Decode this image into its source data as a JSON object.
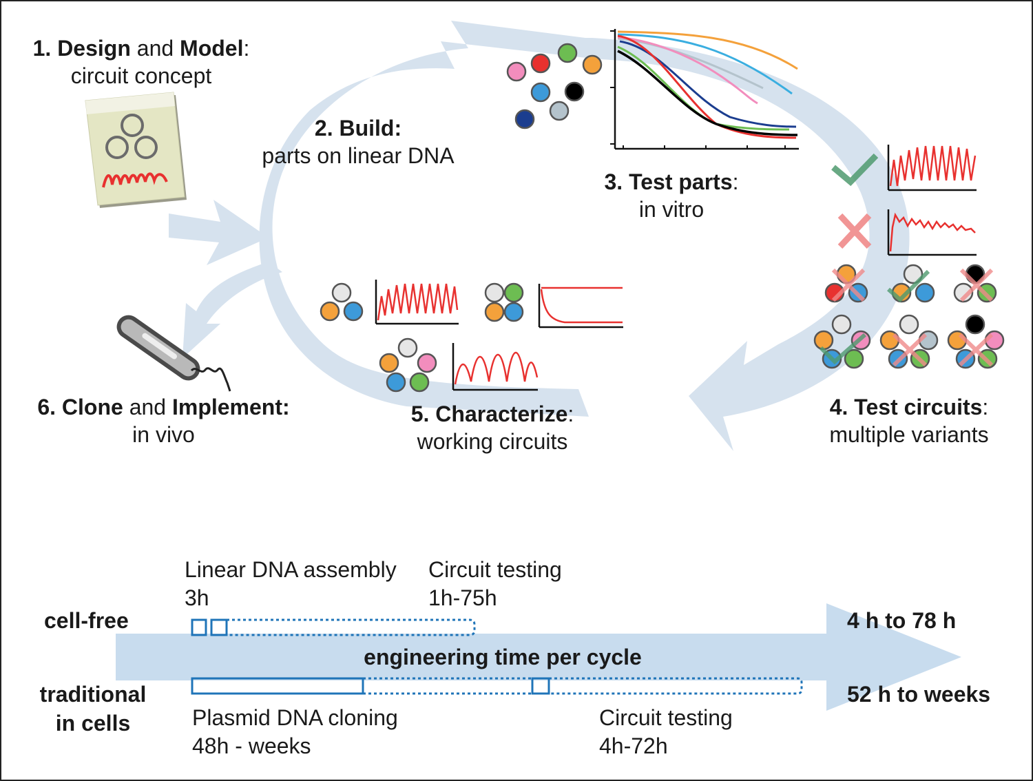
{
  "steps": [
    {
      "num": "1.",
      "bold_a": "Design",
      "mid": " and ",
      "bold_b": "Model",
      "end": ":",
      "sub": "circuit concept"
    },
    {
      "num": "2.",
      "bold_a": "Build",
      "end": ":",
      "sub": "parts on linear DNA"
    },
    {
      "num": "3.",
      "bold_a": "Test parts",
      "end": ":",
      "sub": "in vitro"
    },
    {
      "num": "4.",
      "bold_a": "Test circuits",
      "end": ":",
      "sub": "multiple variants"
    },
    {
      "num": "5.",
      "bold_a": "Characterize",
      "end": ":",
      "sub": "working circuits"
    },
    {
      "num": "6.",
      "bold_a": "Clone",
      "mid": " and ",
      "bold_b": "Implement",
      "end": ":",
      "sub": "in vivo"
    }
  ],
  "timeline": {
    "arrow_label": "engineering time per cycle",
    "cellfree": {
      "row_label": "cell-free",
      "assembly": {
        "title": "Linear DNA assembly",
        "time": "3h"
      },
      "testing": {
        "title": "Circuit testing",
        "time": "1h-75h"
      },
      "total": "4 h to 78 h"
    },
    "cells": {
      "row_label_1": "traditional",
      "row_label_2": "in cells",
      "cloning": {
        "title": "Plasmid DNA cloning",
        "time": "48h - weeks"
      },
      "testing": {
        "title": "Circuit testing",
        "time": "4h-72h"
      },
      "total": "52 h to weeks"
    }
  },
  "colors": {
    "cycle_arrow": "#d6e2ee",
    "timeline_arrow": "#c8dcee",
    "bar": "#1f74b8",
    "trace": "#e8312f",
    "check": "#4f9a6f",
    "cross": "#f08a8a",
    "part_colors": [
      "#f28dbd",
      "#e8312f",
      "#6dbd52",
      "#f4a13b",
      "#3d9ad9",
      "#000000",
      "#b4c3cc",
      "#1b3d8f"
    ]
  },
  "icons": [
    "notepad-icon",
    "bacterium-icon",
    "check-icon",
    "cross-icon"
  ]
}
